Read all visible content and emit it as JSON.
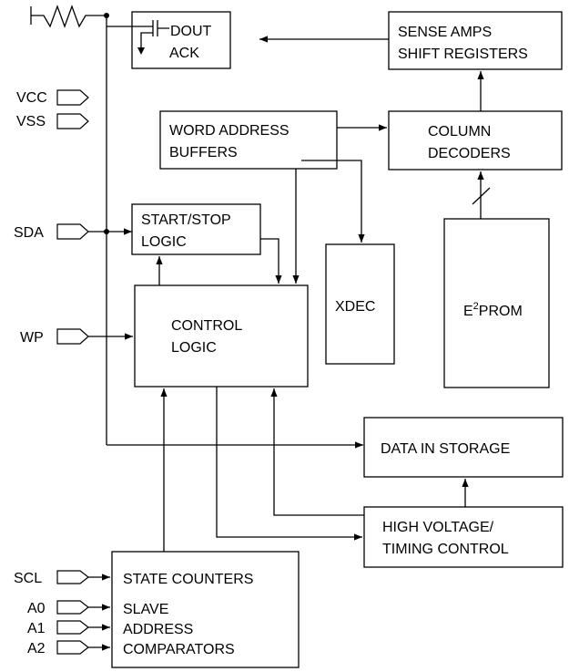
{
  "blocks": {
    "dout_ack": [
      "DOUT",
      "ACK"
    ],
    "sense_amps": [
      "SENSE AMPS",
      "SHIFT REGISTERS"
    ],
    "word_address": [
      "WORD ADDRESS",
      "BUFFERS"
    ],
    "column_decoders": [
      "COLUMN",
      "DECODERS"
    ],
    "start_stop": [
      "START/STOP",
      "LOGIC"
    ],
    "xdec": "XDEC",
    "eeprom": {
      "base": "E",
      "sup": "2",
      "rest": "PROM"
    },
    "control_logic": [
      "CONTROL",
      "LOGIC"
    ],
    "data_in_storage": "DATA IN STORAGE",
    "high_voltage": [
      "HIGH VOLTAGE/",
      "TIMING  CONTROL"
    ],
    "state_counters": [
      "STATE COUNTERS",
      "SLAVE",
      "ADDRESS",
      "COMPARATORS"
    ]
  },
  "pins": {
    "vcc": "VCC",
    "vss": "VSS",
    "sda": "SDA",
    "wp": "WP",
    "scl": "SCL",
    "a0": "A0",
    "a1": "A1",
    "a2": "A2"
  }
}
